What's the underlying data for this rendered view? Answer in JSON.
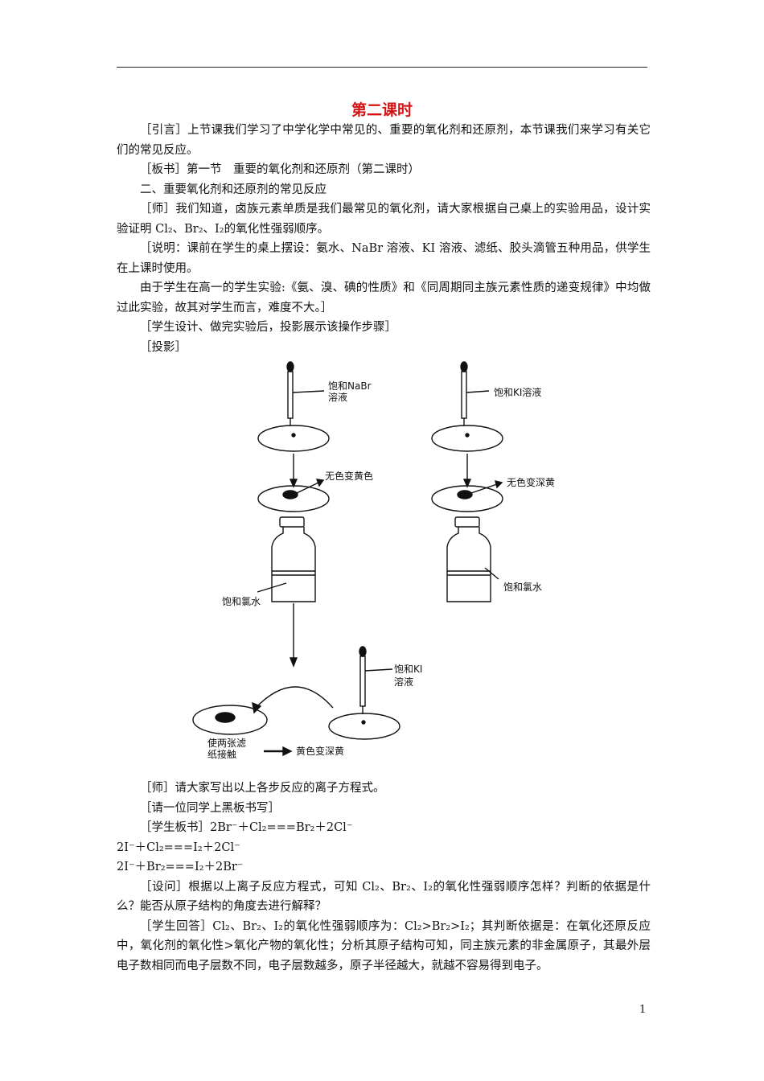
{
  "title": "第二课时",
  "paragraphs": [
    "［引言］上节课我们学习了中学化学中常见的、重要的氧化剂和还原剂，本节课我们来学习有关它们的常见反应。",
    "［板书］第一节　重要的氧化剂和还原剂（第二课时）",
    "二、重要氧化剂和还原剂的常见反应",
    "［师］我们知道，卤族元素单质是我们最常见的氧化剂，请大家根据自己桌上的实验用品，设计实验证明 Cl₂、Br₂、I₂的氧化性强弱顺序。",
    "［说明：课前在学生的桌上摆设：氨水、NaBr 溶液、KI 溶液、滤纸、胶头滴管五种用品，供学生在上课时使用。",
    "由于学生在高一的学生实验:《氨、溴、碘的性质》和《同周期同主族元素性质的递变规律》中均做过此实验，故其对学生而言，难度不大。］",
    "［学生设计、做完实验后，投影展示该操作步骤］",
    "［投影］"
  ],
  "diagram": {
    "left_dropper_label_1": "饱和NaBr",
    "left_dropper_label_2": "溶液",
    "right_dropper_label": "饱和KI溶液",
    "left_change": "无色变黄色",
    "right_change": "无色变深黄",
    "left_bottle_label": "饱和氯水",
    "right_bottle_label": "饱和氯水",
    "bottom_dropper_label_1": "饱和KI",
    "bottom_dropper_label_2": "溶液",
    "contact_label_1": "使两张滤",
    "contact_label_2": "纸接触",
    "contact_result": "黄色变深黄"
  },
  "after": [
    "［师］请大家写出以上各步反应的离子方程式。",
    "［请一位同学上黑板书写］",
    "［学生板书］2Br⁻＋Cl₂===Br₂＋2Cl⁻",
    "2I⁻＋Cl₂===I₂＋2Cl⁻",
    "2I⁻＋Br₂===I₂＋2Br⁻",
    "［设问］根据以上离子反应方程式，可知 Cl₂、Br₂、I₂的氧化性强弱顺序怎样？判断的依据是什么？能否从原子结构的角度去进行解释？",
    "［学生回答］Cl₂、Br₂、I₂的氧化性强弱顺序为：Cl₂>Br₂>I₂；其判断依据是：在氧化还原反应中，氧化剂的氧化性>氧化产物的氧化性；分析其原子结构可知，同主族元素的非金属原子，其最外层电子数相同而电子层数不同，电子层数越多，原子半径越大，就越不容易得到电子。"
  ],
  "page_number": "1"
}
